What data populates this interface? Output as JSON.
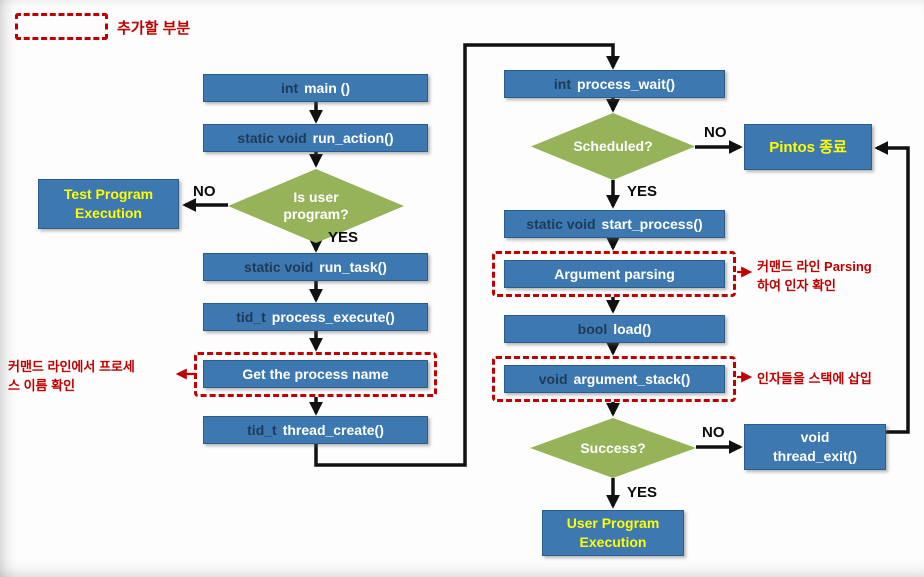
{
  "legend": {
    "label": "추가할 부분"
  },
  "labels": {
    "no": "NO",
    "yes": "YES"
  },
  "nodes": {
    "main": {
      "keyword": "int",
      "name": "main ()"
    },
    "run_action": {
      "keyword": "static void",
      "name": "run_action()"
    },
    "is_user_program": {
      "line1": "Is user",
      "line2": "program?"
    },
    "test_program": {
      "line1": "Test Program",
      "line2": "Execution"
    },
    "run_task": {
      "keyword": "static void",
      "name": "run_task()"
    },
    "process_execute": {
      "keyword": "tid_t",
      "name": "process_execute()"
    },
    "get_process_name": {
      "name": "Get the process name"
    },
    "thread_create": {
      "keyword": "tid_t",
      "name": "thread_create()"
    },
    "process_wait": {
      "keyword": "int",
      "name": "process_wait()"
    },
    "scheduled": {
      "label": "Scheduled?"
    },
    "pintos_exit": {
      "label": "Pintos 종료"
    },
    "start_process": {
      "keyword": "static void",
      "name": "start_process()"
    },
    "argument_parsing": {
      "name": "Argument parsing"
    },
    "load": {
      "keyword": "bool",
      "name": "load()"
    },
    "argument_stack": {
      "keyword": "void",
      "name": "argument_stack()"
    },
    "success": {
      "label": "Success?"
    },
    "thread_exit": {
      "line1": "void",
      "line2": "thread_exit()"
    },
    "user_program": {
      "line1": "User Program",
      "line2": "Execution"
    }
  },
  "annotations": {
    "get_process_name": {
      "line1": "커맨드 라인에서 프로세",
      "line2": "스 이름 확인"
    },
    "argument_parsing": {
      "line1": "커맨드 라인 Parsing",
      "line2": "하여 인자 확인"
    },
    "argument_stack": {
      "line1": "인자들을 스택에 삽입"
    }
  },
  "colors": {
    "process_box": "#3D79B0",
    "decision_diamond": "#96B35A",
    "highlight_dashed": "#C00000",
    "emphasis_text": "#FFFF00",
    "connector": "#111111"
  }
}
